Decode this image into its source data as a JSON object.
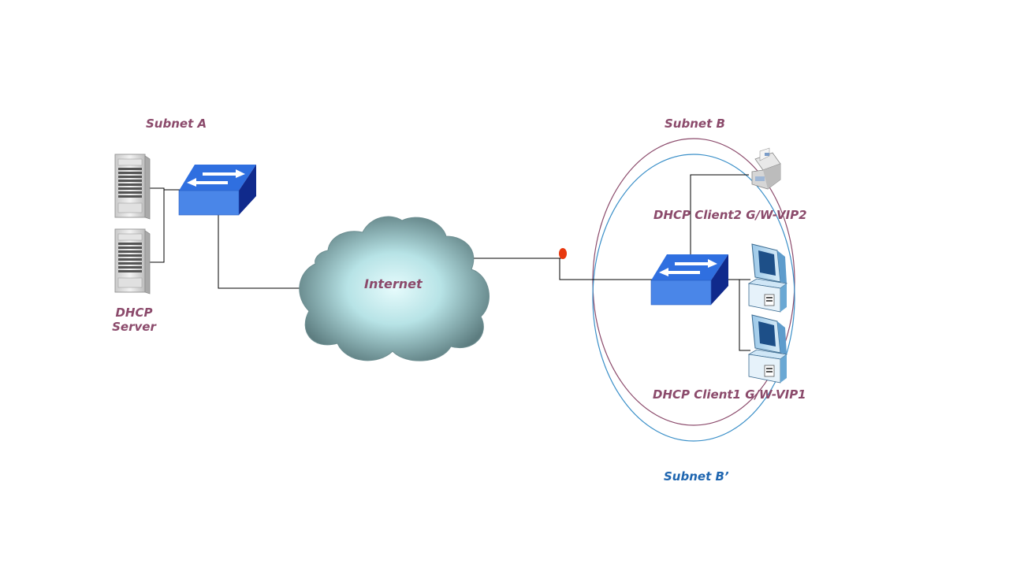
{
  "colors": {
    "label": "#8b4a6b",
    "subnet_b_prime": "#1f66b0",
    "switch_top": "#2f6fe0",
    "switch_front": "#4a86e8",
    "ellipse_b": "#8b4a6b",
    "ellipse_b_prime": "#3a8fc8",
    "link_marker": "#e8380e"
  },
  "labels": {
    "subnet_a": "Subnet A",
    "subnet_b": "Subnet B",
    "subnet_b_prime": "Subnet B’",
    "dhcp_server_line1": "DHCP",
    "dhcp_server_line2": "Server",
    "internet": "Internet",
    "client2": "DHCP Client2  G/W-VIP2",
    "client1": "DHCP Client1  G/W-VIP1"
  },
  "icons": {
    "server_top": "server-tower-icon",
    "server_bottom": "server-tower-icon",
    "switch_a": "network-switch-icon",
    "switch_b": "network-switch-icon",
    "cloud": "internet-cloud-icon",
    "client2": "fax-printer-icon",
    "client1_top": "desktop-computer-icon",
    "client1_bottom": "desktop-computer-icon"
  }
}
